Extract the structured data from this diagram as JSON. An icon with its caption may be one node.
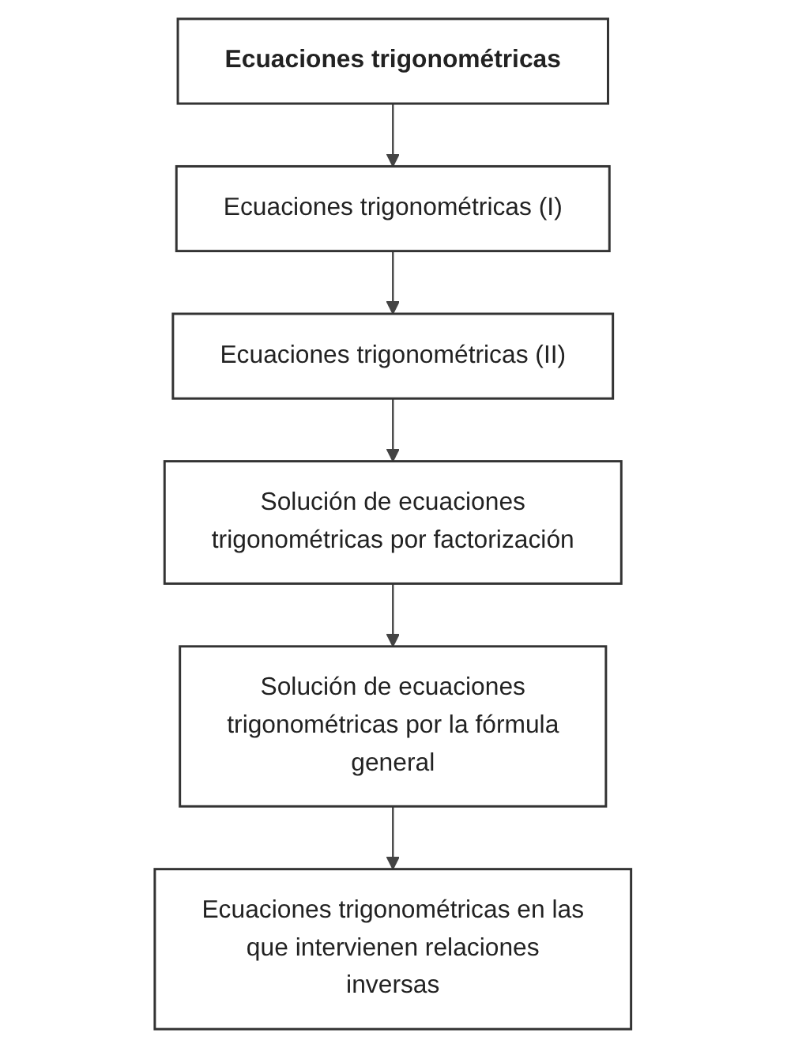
{
  "diagram": {
    "nodes": [
      {
        "text": [
          "Ecuaciones trigonométricas"
        ]
      },
      {
        "text": [
          "Ecuaciones trigonométricas (I)"
        ]
      },
      {
        "text": [
          "Ecuaciones trigonométricas (II)"
        ]
      },
      {
        "text": [
          "Solución de ecuaciones trigonométricas por factorización"
        ]
      },
      {
        "text": [
          "Solución de ecuaciones trigonométricas por la fórmula general"
        ]
      },
      {
        "text": [
          "Ecuaciones trigonométricas en las que intervienen relaciones inversas"
        ]
      }
    ],
    "edges": [
      {
        "from": 0,
        "to": 1,
        "arrow": "to"
      },
      {
        "from": 1,
        "to": 2,
        "arrow": "to"
      },
      {
        "from": 2,
        "to": 3,
        "arrow": "to"
      },
      {
        "from": 3,
        "to": 4,
        "arrow": "to"
      },
      {
        "from": 4,
        "to": 5,
        "arrow": "to"
      }
    ]
  }
}
